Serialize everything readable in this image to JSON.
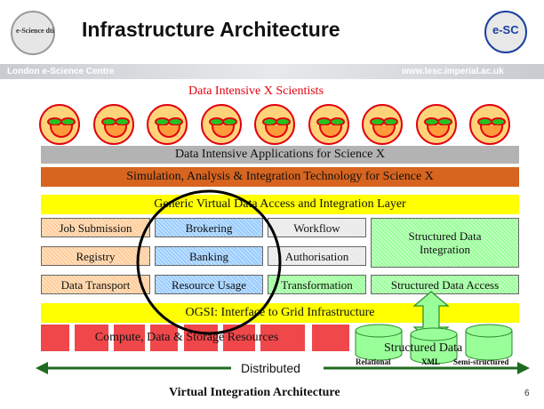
{
  "header": {
    "title": "Infrastructure Architecture",
    "left_logo_text": "e-Science dti",
    "right_logo_text": "e-SC",
    "subbar_left": "London e-Science Centre",
    "subbar_right": "www.lesc.imperial.ac.uk"
  },
  "scientists_label": "Data Intensive X Scientists",
  "face_count": 9,
  "bands": {
    "applications": "Data Intensive Applications for Science X",
    "simulation": "Simulation, Analysis & Integration Technology for Science X",
    "generic_layer": "Generic Virtual Data Access and Integration Layer",
    "ogsi": "OGSI: Interface to Grid Infrastructure"
  },
  "services": {
    "job_submission": "Job Submission",
    "brokering": "Brokering",
    "workflow": "Workflow",
    "structured_data_integration": "Structured Data Integration",
    "registry": "Registry",
    "banking": "Banking",
    "authorisation": "Authorisation",
    "data_transport": "Data Transport",
    "resource_usage": "Resource Usage",
    "transformation": "Transformation",
    "structured_data_access": "Structured Data Access"
  },
  "resources": {
    "compute_label": "Compute, Data & Storage Resources",
    "structured_data_label": "Structured Data",
    "relational": "Relational",
    "xml": "XML",
    "semi_structured": "Semi-structured"
  },
  "distributed_label": "Distributed",
  "footer": {
    "caption": "Virtual Integration Architecture",
    "page_number": "6"
  },
  "colors": {
    "applications": "#b3b3b3",
    "simulation": "#d7641f",
    "yellow": "#ffff00",
    "peach": "#ffcc99",
    "blue": "#99ccff",
    "grey": "#e8e8e8",
    "green": "#99ff99",
    "red": "#f0474a"
  }
}
